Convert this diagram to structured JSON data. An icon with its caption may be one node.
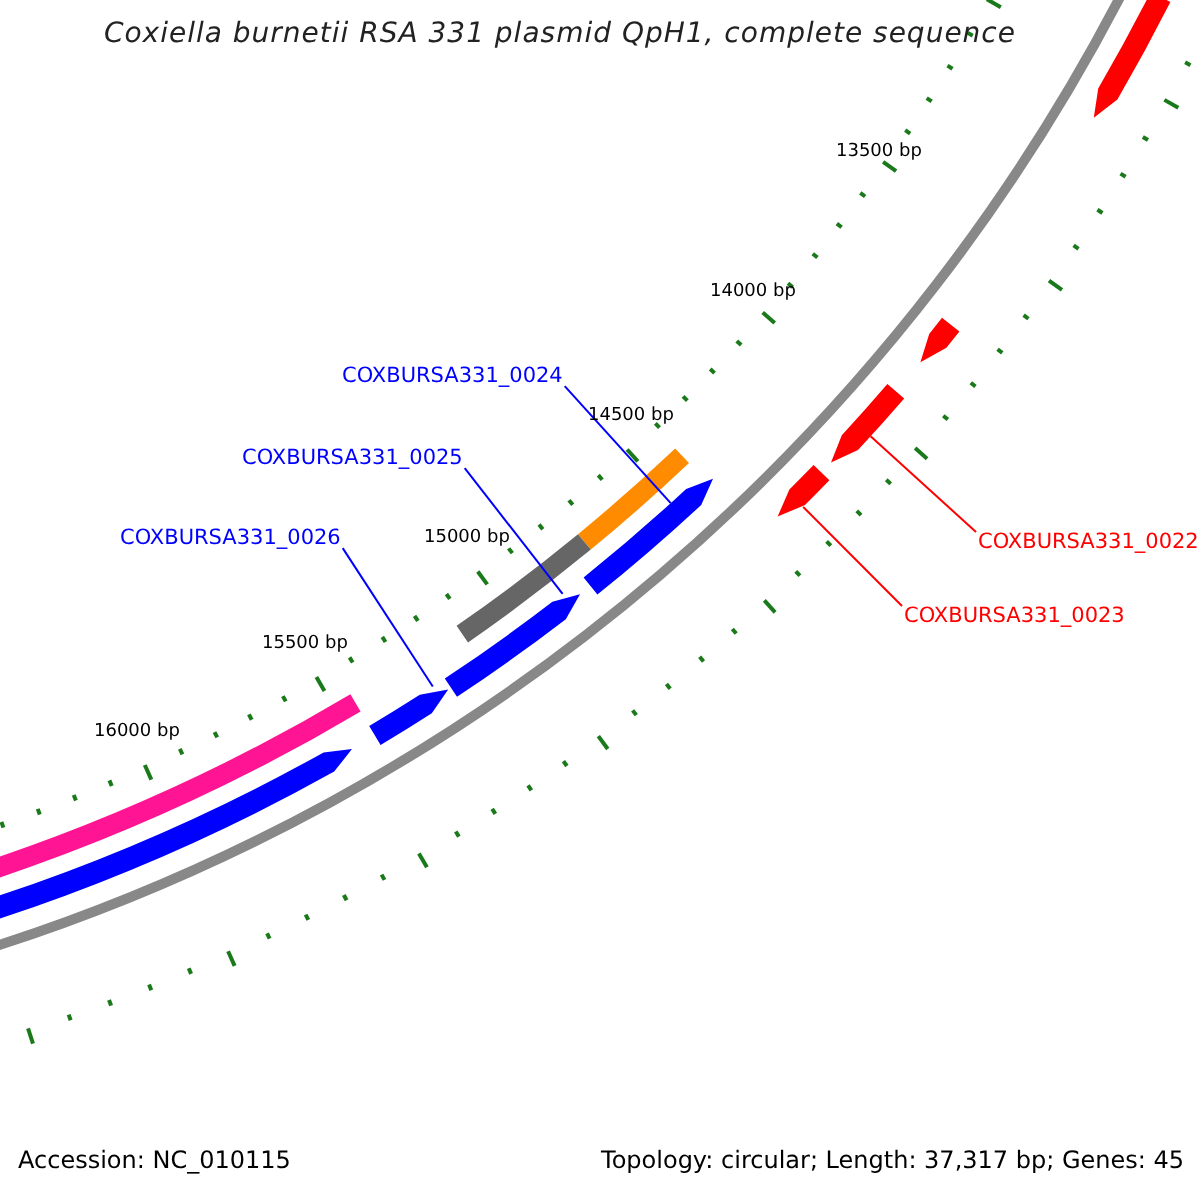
{
  "diagram": {
    "title": "Coxiella burnetii RSA 331 plasmid QpH1, complete sequence",
    "nodes": [
      {
        "text": [
          "COXBURSA331_0024"
        ]
      },
      {
        "text": [
          "COXBURSA331_0025"
        ]
      },
      {
        "text": [
          "COXBURSA331_0026"
        ]
      },
      {
        "text": [
          "COXBURSA331_0022"
        ]
      },
      {
        "text": [
          "COXBURSA331_0023"
        ]
      },
      {
        "text": [],
        "shape": "arrow"
      },
      {
        "text": [],
        "shape": "arrow"
      },
      {
        "text": [],
        "shape": "arrow"
      },
      {
        "text": [],
        "shape": "arrow"
      },
      {
        "text": [],
        "shape": "arrow"
      }
    ],
    "edges": [
      {
        "from": 0,
        "to": 7,
        "arrow": "none"
      },
      {
        "from": 1,
        "to": 6,
        "arrow": "none"
      },
      {
        "from": 2,
        "to": 5,
        "arrow": "none"
      },
      {
        "from": 3,
        "to": 9,
        "arrow": "none",
        "color": "#ff0000"
      },
      {
        "from": 4,
        "to": 8,
        "arrow": "none",
        "color": "#ff0000"
      }
    ],
    "labels": [
      "13500 bp",
      "14000 bp",
      "14500 bp",
      "15000 bp",
      "15500 bp",
      "16000 bp",
      "Accession: NC_010115",
      "Topology: circular; Length: 37,317 bp; Genes: 45"
    ]
  }
}
